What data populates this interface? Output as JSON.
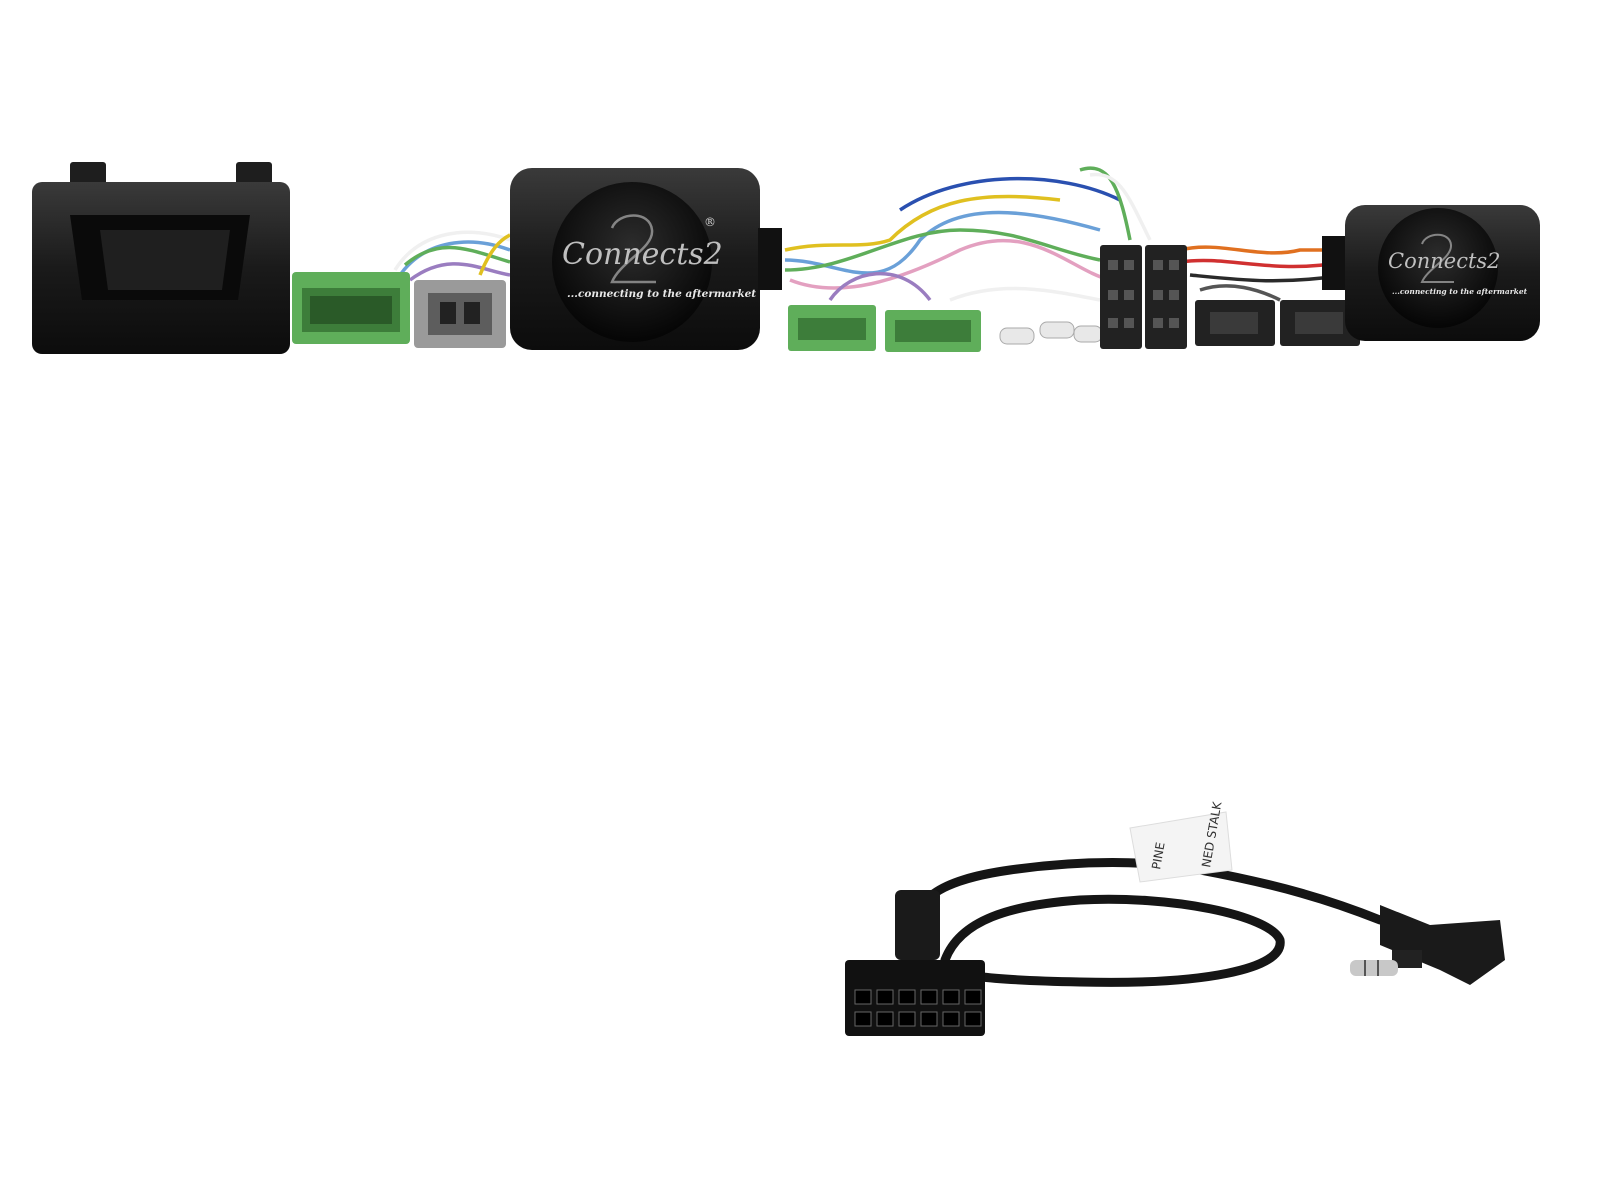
{
  "product": {
    "brand_logo": "Connects2",
    "registered_mark": "®",
    "tagline": "...connecting to the aftermarket",
    "cable_label": {
      "line1": "PINE",
      "line2": "NED STALK"
    }
  },
  "colors": {
    "module_black": "#1c1c1c",
    "connector_green": "#5fae5a",
    "connector_grey": "#9a9a9a",
    "background": "#ffffff"
  }
}
